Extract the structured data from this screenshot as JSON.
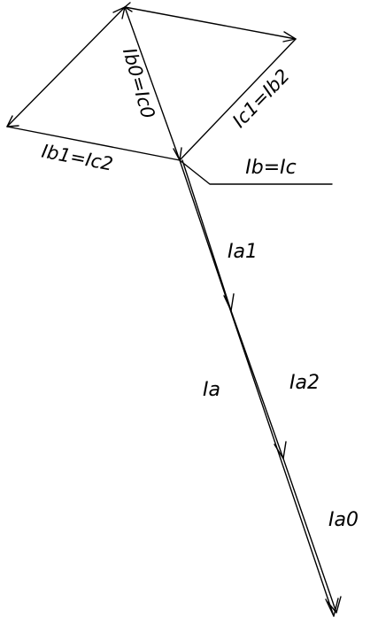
{
  "labels": {
    "ib0_ic0": "Ib0=Ic0",
    "ic1_ib2": "Ic1=Ib2",
    "ib1_ic2": "Ib1=Ic2",
    "ib_ic": "Ib=Ic",
    "ia1": "Ia1",
    "ia": "Ia",
    "ia2": "Ia2",
    "ia0": "Ia0"
  },
  "colors": {
    "line": "#000000",
    "background": "#ffffff"
  }
}
